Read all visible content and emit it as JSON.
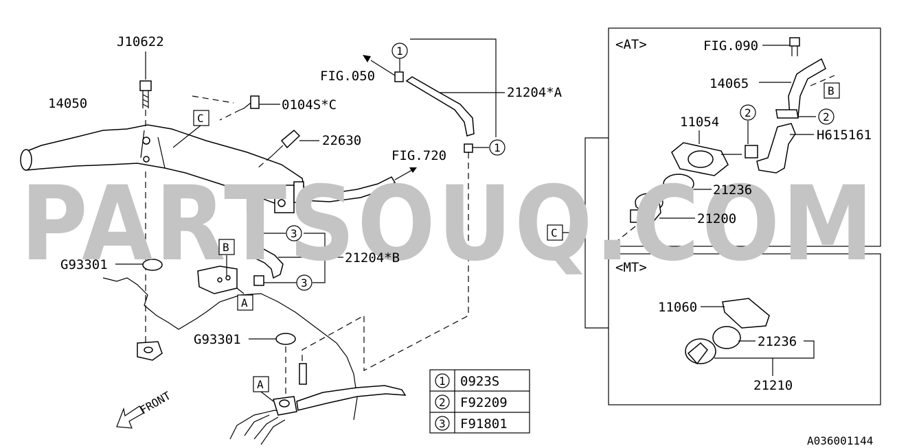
{
  "watermark": "PARTSOUQ.COM",
  "diagram_code": "A036001144",
  "part_labels": {
    "j10622": "J10622",
    "p14050": "14050",
    "p0104s": "0104S*C",
    "fig050": "FIG.050",
    "p21204a": "21204*A",
    "p22630": "22630",
    "fig720": "FIG.720",
    "p21204b": "21204*B",
    "g93301_top": "G93301",
    "g93301_bottom": "G93301",
    "front": "FRONT"
  },
  "refs": {
    "A": "A",
    "B": "B",
    "C": "C"
  },
  "callouts": {
    "one": "1",
    "two": "2",
    "three": "3"
  },
  "at_panel": {
    "title": "<AT>",
    "fig090": "FIG.090",
    "p14065": "14065",
    "p11054": "11054",
    "h615161": "H615161",
    "p21236": "21236",
    "p21200": "21200"
  },
  "mt_panel": {
    "title": "<MT>",
    "p11060": "11060",
    "p21236": "21236",
    "p21210": "21210"
  },
  "legend": [
    {
      "num": "1",
      "part": "0923S"
    },
    {
      "num": "2",
      "part": "F92209"
    },
    {
      "num": "3",
      "part": "F91801"
    }
  ]
}
